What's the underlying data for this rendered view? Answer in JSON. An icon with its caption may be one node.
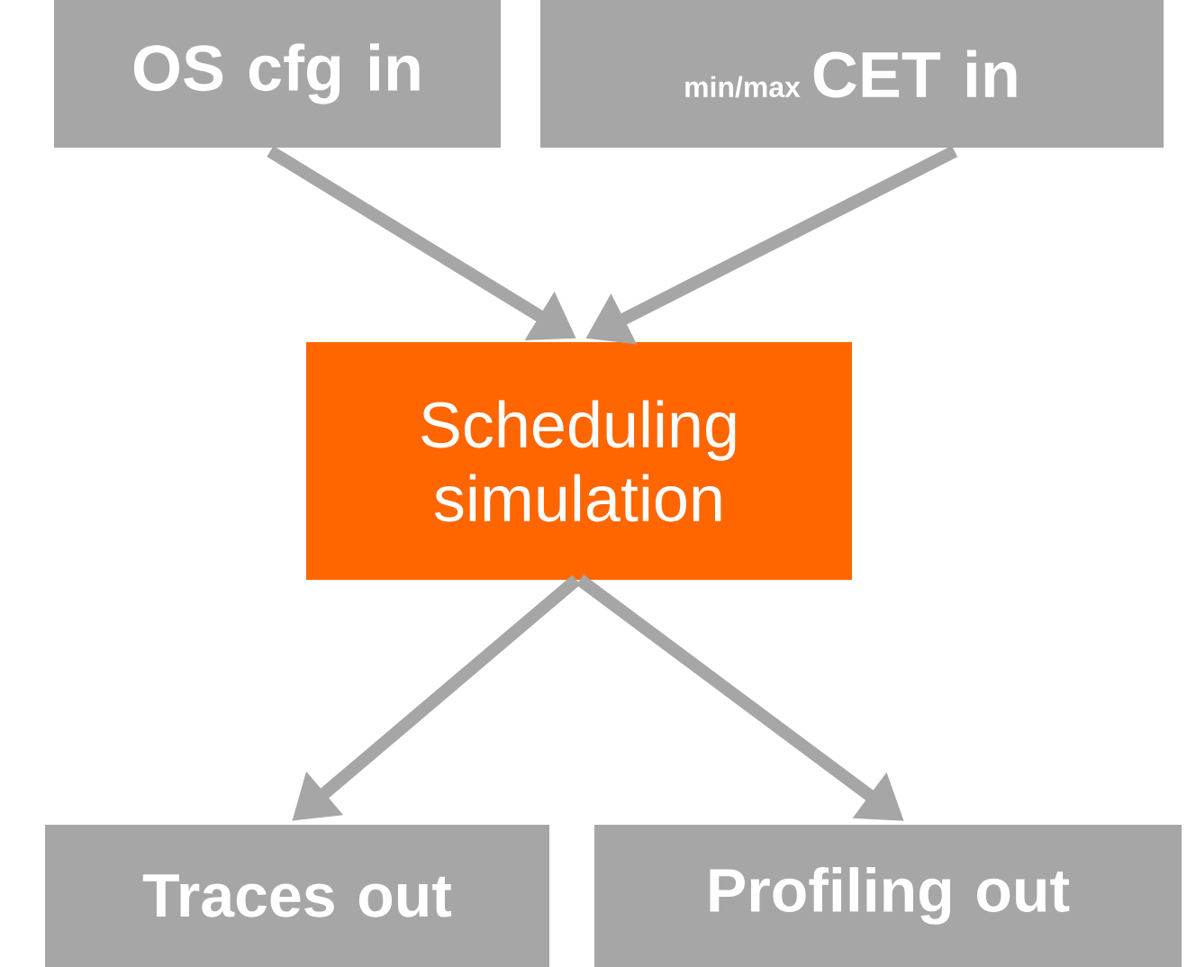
{
  "diagram": {
    "nodes": [
      {
        "text": [
          "OS cfg in"
        ]
      },
      {
        "text": [
          "min/max",
          "CET in"
        ]
      },
      {
        "text": [
          "Scheduling simulation"
        ]
      },
      {
        "text": [
          "Traces out"
        ]
      },
      {
        "text": [
          "Profiling out"
        ]
      }
    ],
    "edges": [
      {
        "from": 0,
        "to": 2,
        "arrow": "to"
      },
      {
        "from": 1,
        "to": 2,
        "arrow": "to"
      },
      {
        "from": 2,
        "to": 3,
        "arrow": "to"
      },
      {
        "from": 2,
        "to": 4,
        "arrow": "to"
      }
    ]
  }
}
